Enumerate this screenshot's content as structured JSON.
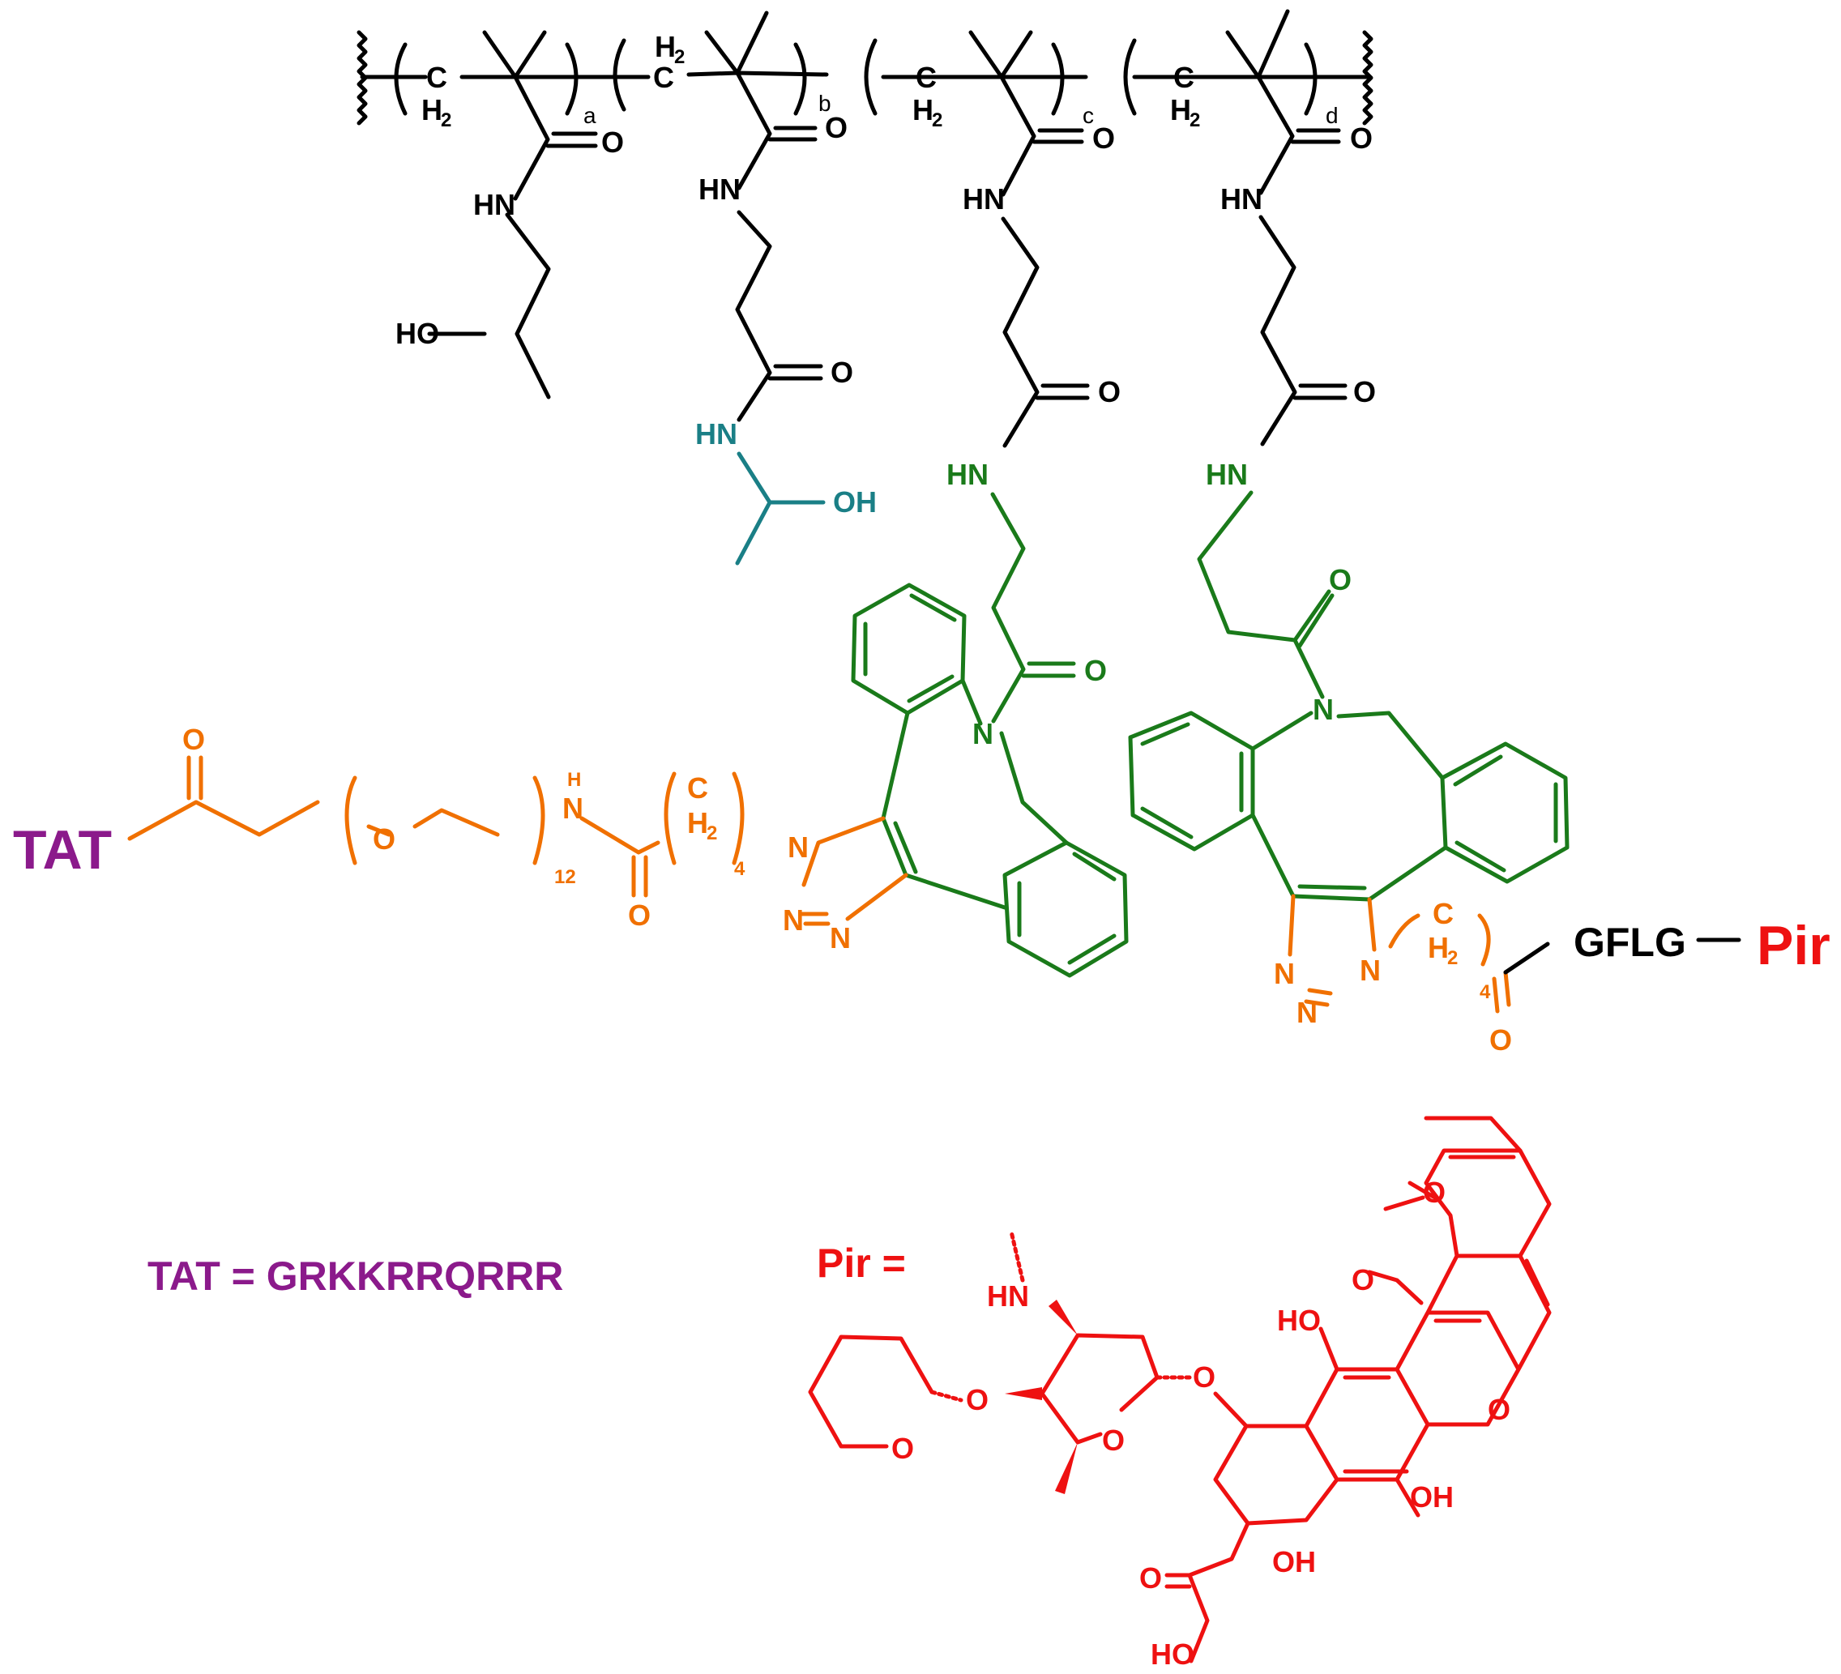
{
  "colors": {
    "backbone": "#000000",
    "hpma_side": "#1a7f86",
    "dbco": "#1a7a1a",
    "linker": "#f07000",
    "tat": "#8b1a8b",
    "drug": "#ee1111"
  },
  "atoms": {
    "CH2_C": "C",
    "CH2_H": "H",
    "CH2_2": "2",
    "HN": "HN",
    "NH": "N",
    "NH_H": "H",
    "N": "N",
    "O": "O",
    "HO": "HO",
    "OH": "OH",
    "sub_12": "12",
    "sub_4": "4"
  },
  "repeat_units": {
    "a": "a",
    "b": "b",
    "c": "c",
    "d": "d"
  },
  "labels": {
    "tat": "TAT",
    "pir": "Pir",
    "gflg": "GFLG"
  },
  "legend": {
    "tat_definition": "TAT = GRKKRRQRRR",
    "pir_definition": "Pir ="
  }
}
